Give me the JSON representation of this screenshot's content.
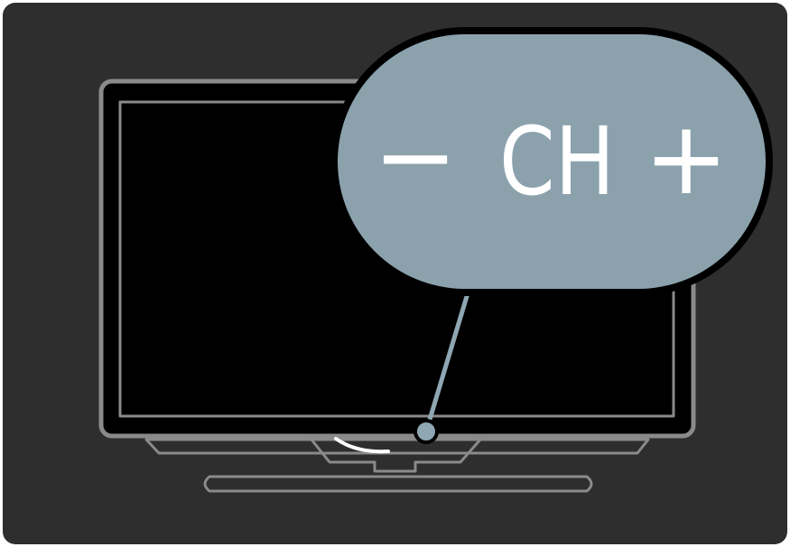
{
  "callout": {
    "minus_label": "−",
    "channel_label": "CH",
    "plus_label": "+"
  },
  "colors": {
    "panel_background": "#2e2e2e",
    "outline": "#8a8a8a",
    "screen": "#000000",
    "bubble_fill": "#8fa7b3",
    "bubble_ring": "#000000",
    "pointer": "#8fa7b3",
    "label_text": "#ffffff"
  },
  "icons": [
    "tv-outline",
    "channel-button-callout"
  ]
}
